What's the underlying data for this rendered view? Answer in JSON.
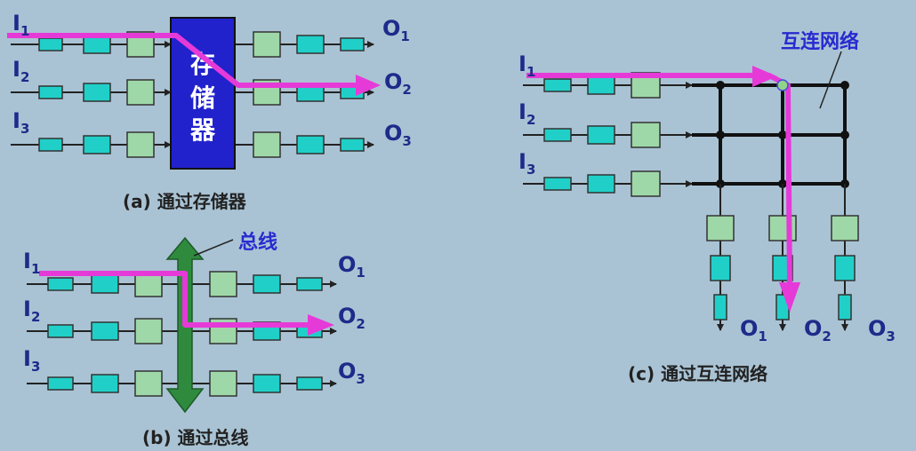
{
  "colors": {
    "background": "#a9c3d4",
    "path": "#e63ad8",
    "memory": "#2222cc",
    "bus": "#2f8a3e",
    "cyan_box": "#20d0c8",
    "green_box": "#9fd8a8",
    "label": "#1f2a8a"
  },
  "panel_a": {
    "inputs": [
      "I",
      "I",
      "I"
    ],
    "input_subs": [
      "1",
      "2",
      "3"
    ],
    "outputs": [
      "O",
      "O",
      "O"
    ],
    "output_subs": [
      "1",
      "2",
      "3"
    ],
    "memory_chars": [
      "存",
      "储",
      "器"
    ],
    "caption": "(a) 通过存储器"
  },
  "panel_b": {
    "inputs": [
      "I",
      "I",
      "I"
    ],
    "input_subs": [
      "1",
      "2",
      "3"
    ],
    "outputs": [
      "O",
      "O",
      "O"
    ],
    "output_subs": [
      "1",
      "2",
      "3"
    ],
    "bus_label": "总线",
    "caption": "(b) 通过总线"
  },
  "panel_c": {
    "inputs": [
      "I",
      "I",
      "I"
    ],
    "input_subs": [
      "1",
      "2",
      "3"
    ],
    "outputs": [
      "O",
      "O",
      "O"
    ],
    "output_subs": [
      "1",
      "2",
      "3"
    ],
    "network_label": "互连网络",
    "caption": "(c) 通过互连网络"
  }
}
